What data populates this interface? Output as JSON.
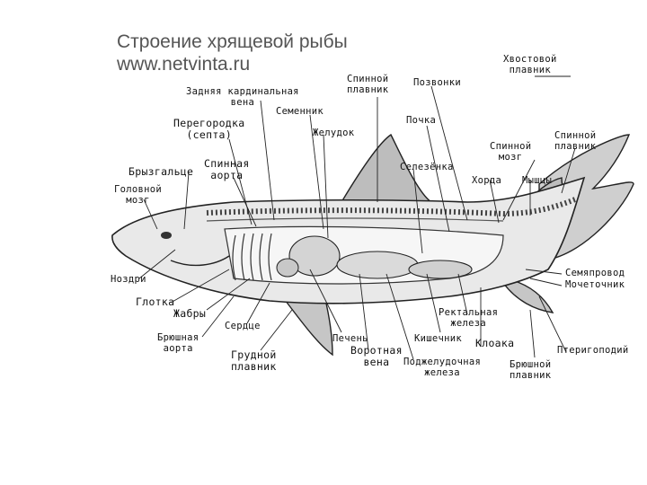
{
  "title": {
    "line1": "Строение хрящевой рыбы",
    "line2": "www.netvinta.ru"
  },
  "labels": {
    "tail_fin": "Хвостовой\nплавник",
    "dorsal_fin_1": "Спинной\nплавник",
    "vertebrae": "Позвонки",
    "posterior_cardinal_vein": "Задняя кардинальная\nвена",
    "seminal_duct_upper": "Семенник",
    "kidney": "Почка",
    "septum": "Перегородка\n(септа)",
    "stomach": "Желудок",
    "spinal_cord": "Спинной\nмозг",
    "dorsal_fin_2": "Спинной\nплавник",
    "spiracle": "Брызгальце",
    "dorsal_aorta": "Спинная\nаорта",
    "spleen": "Селезёнка",
    "notochord": "Хорда",
    "muscles": "Мышцы",
    "brain": "Головной\nмозг",
    "nostril": "Ноздри",
    "pharynx": "Глотка",
    "gills": "Жабры",
    "heart": "Сердце",
    "ventral_aorta": "Брюшная\nаорта",
    "pectoral_fin": "Грудной\nплавник",
    "liver": "Печень",
    "portal_vein": "Воротная\nвена",
    "pancreas": "Поджелудочная\nжелеза",
    "rectal_gland": "Ректальная\nжелеза",
    "intestine": "Кишечник",
    "cloaca": "Клоака",
    "clasper": "Птеригоподий",
    "pelvic_fin": "Брюшной\nплавник",
    "vas_deferens": "Семяпровод",
    "ureter": "Мочеточник"
  }
}
